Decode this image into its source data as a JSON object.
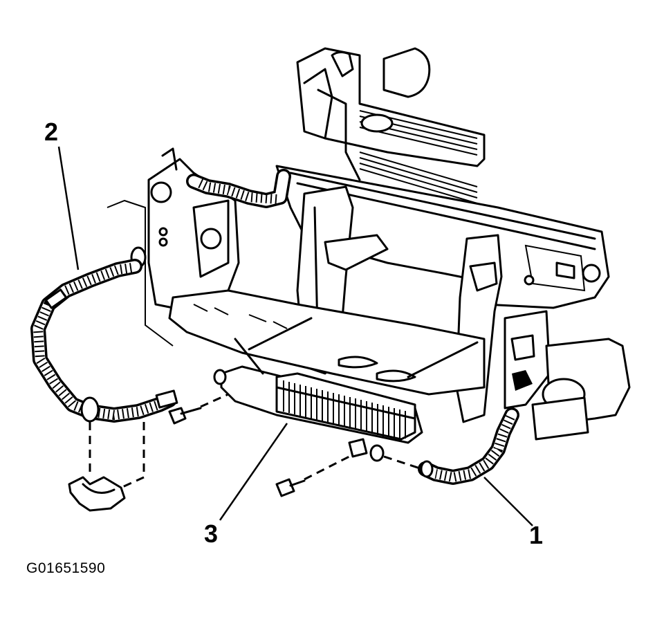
{
  "figure_id": "G01651590",
  "callouts": {
    "one": "1",
    "two": "2",
    "three": "3"
  }
}
